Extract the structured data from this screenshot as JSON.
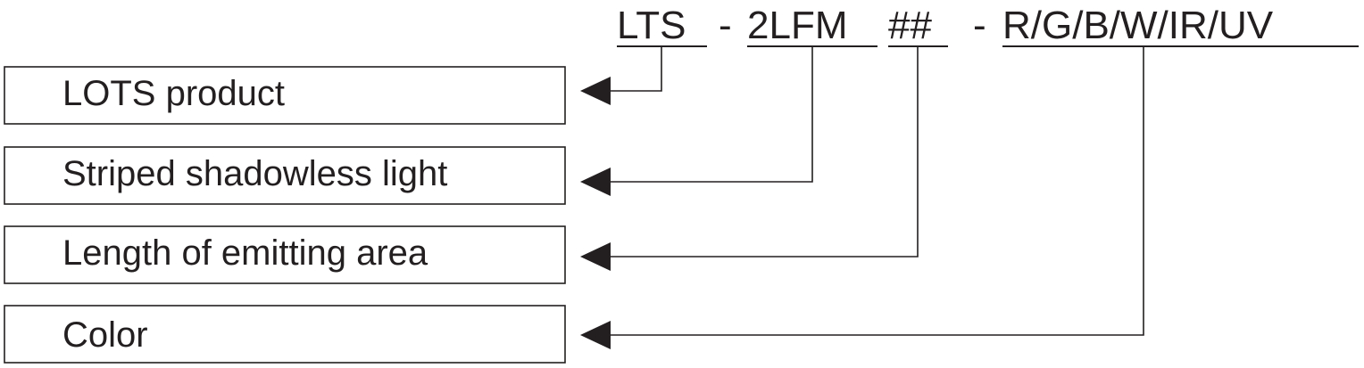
{
  "code": {
    "prefix": "LTS",
    "sep1": "-",
    "series": "2LFM",
    "length_code": "##",
    "sep2": "-",
    "color_code": "R/G/B/W/IR/UV"
  },
  "labels": [
    "LOTS product",
    "Striped shadowless light",
    "Length of emitting area",
    "Color"
  ],
  "colors": {
    "ink": "#231f20",
    "background": "#ffffff"
  }
}
